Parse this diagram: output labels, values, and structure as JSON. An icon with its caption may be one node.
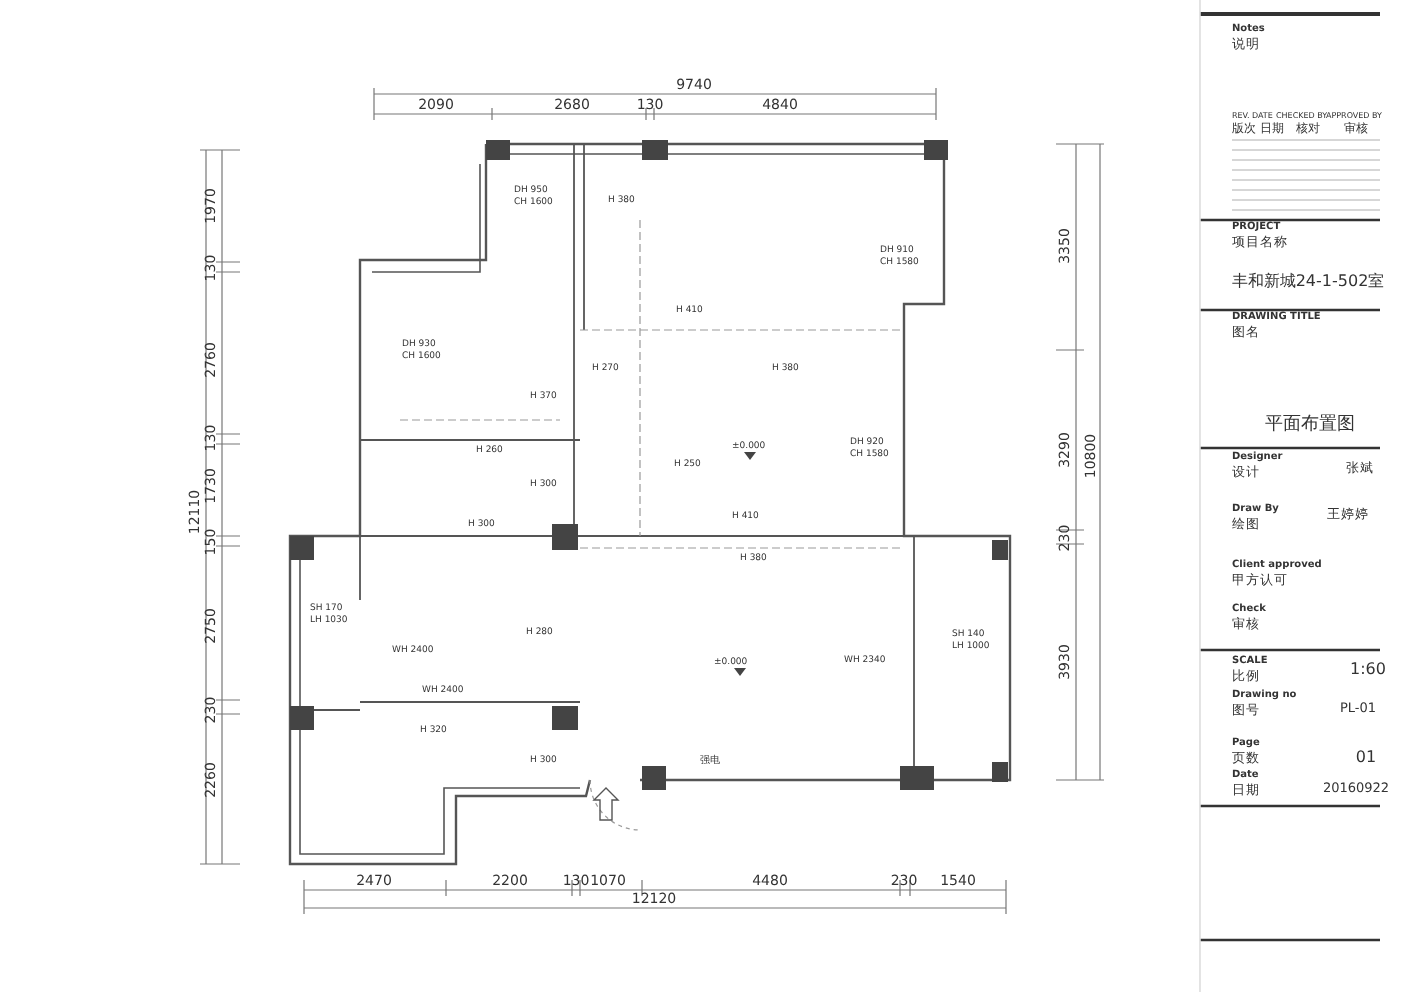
{
  "diagram": {
    "labels": [
      "9740",
      "2090",
      "2680",
      "130",
      "4840",
      "1970",
      "130",
      "2760",
      "130",
      "1730",
      "150",
      "2750",
      "230",
      "2260",
      "12110",
      "3350",
      "3290",
      "230",
      "3930",
      "10800",
      "DH 950",
      "CH 1600",
      "H 380",
      "DH 930",
      "CH 1600",
      "DH 910",
      "CH 1580",
      "H 410",
      "H 270",
      "H 380",
      "H 370",
      "DH 920",
      "CH 1580",
      "±0.000",
      "H 260",
      "H 250",
      "H 300",
      "H 300",
      "H 410",
      "H 380",
      "SH 170",
      "LH 1030",
      "H 280",
      "WH 2400",
      "±0.000",
      "WH 2340",
      "SH 140",
      "LH 1000",
      "WH 2400",
      "H 320",
      "H 300",
      "强电",
      "2470",
      "2200",
      "130",
      "1070",
      "4480",
      "230",
      "1540",
      "12120",
      "Notes",
      "说明",
      "REV.",
      "DATE",
      "CHECKED BY",
      "APPROVED BY",
      "版次",
      "日期",
      "核对",
      "审核",
      "PROJECT",
      "项目名称",
      "丰和新城24-1-502室",
      "DRAWING TITLE",
      "图名",
      "平面布置图",
      "Designer",
      "设计",
      "张斌",
      "Draw By",
      "绘图",
      "王婷婷",
      "Client approved",
      "甲方认可",
      "Check",
      "审核",
      "SCALE",
      "比例",
      "1:60",
      "Drawing no",
      "图号",
      "PL-01",
      "Page",
      "页数",
      "01",
      "Date",
      "日期",
      "20160922"
    ]
  }
}
